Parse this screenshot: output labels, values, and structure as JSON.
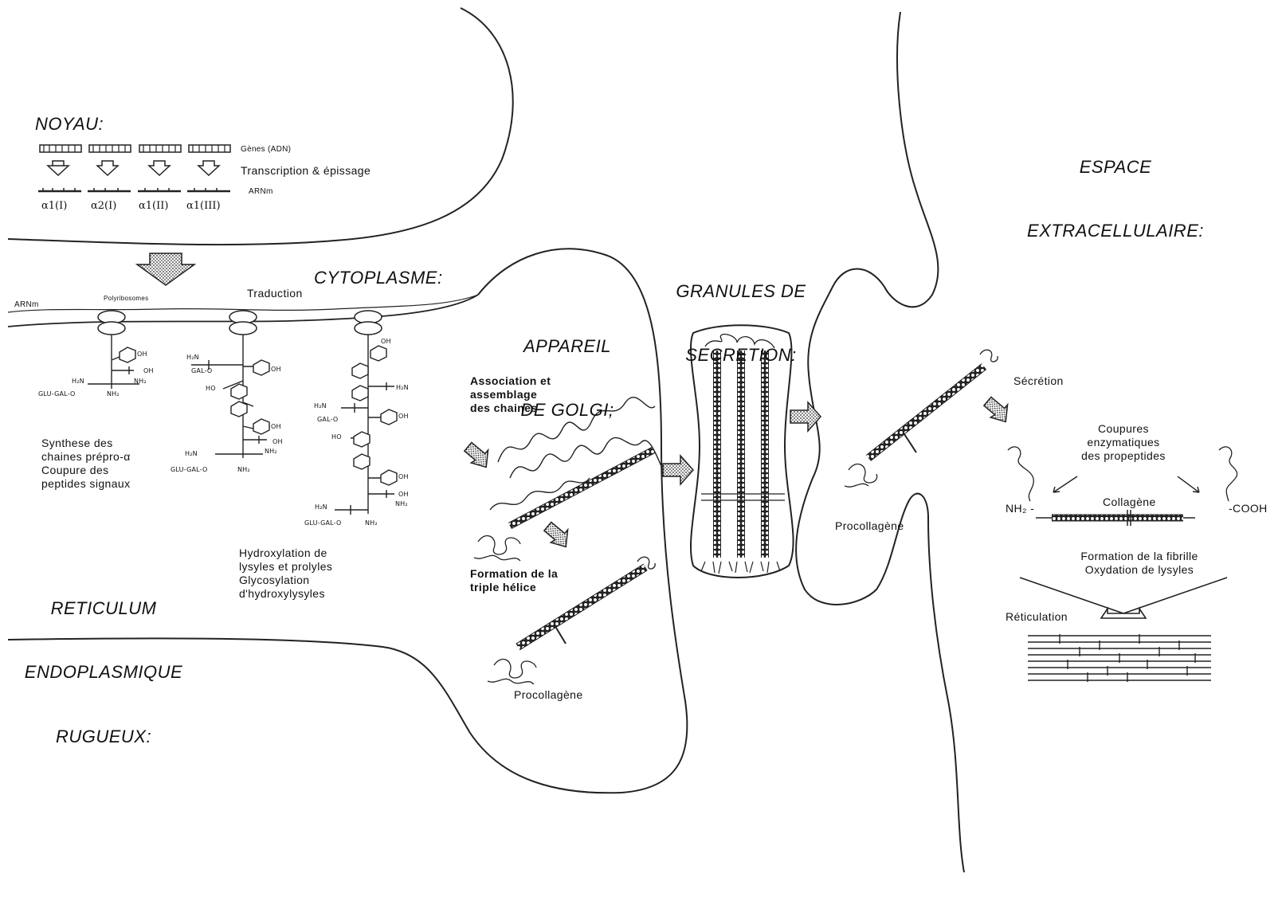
{
  "regions": {
    "noyau": "NOYAU:",
    "espace_line1": "ESPACE",
    "espace_line2": "EXTRACELLULAIRE:",
    "cytoplasme": "CYTOPLASME:",
    "granules_line1": "GRANULES DE",
    "granules_line2": "SECRETION:",
    "golgi_line1": "APPAREIL",
    "golgi_line2": "DE GOLGI;",
    "reticulum_line1": "RETICULUM",
    "reticulum_line2": "ENDOPLASMIQUE",
    "reticulum_line3": "RUGUEUX:"
  },
  "noyau": {
    "genes_label": "Gènes (ADN)",
    "transcription_label": "Transcription & épissage",
    "arnm_label": "ARNm",
    "chains": [
      "α1(I)",
      "α2(I)",
      "α1(II)",
      "α1(III)"
    ]
  },
  "reticulum": {
    "arnm": "ARNm",
    "polyribosomes": "Polyribosomes",
    "traduction": "Traduction",
    "synthese": "Synthese des\nchaines prépro-α\nCoupure des\npeptides signaux",
    "hydroxylation": "Hydroxylation de\nlysyles et prolyles\nGlycosylation\nd'hydroxylysyles",
    "chem": {
      "oh": "OH",
      "ho": "HO",
      "h2n": "H₂N",
      "nh2": "NH₂",
      "gal_o": "GAL-O",
      "glu_gal_o": "GLU-GAL-O"
    }
  },
  "golgi": {
    "association": "Association et\nassemblage\ndes chaines",
    "formation_triple": "Formation de la\ntriple hélice",
    "procollagene": "Procollagène"
  },
  "extracellular": {
    "procollagene": "Procollagène",
    "secretion": "Sécrétion",
    "coupures": "Coupures\nenzymatiques\ndes propeptides",
    "nh2": "NH₂ -",
    "collagene": "Collagène",
    "cooh": "-COOH",
    "formation_fibrille": "Formation de la fibrille\nOxydation de lysyles",
    "reticulation": "Réticulation"
  }
}
